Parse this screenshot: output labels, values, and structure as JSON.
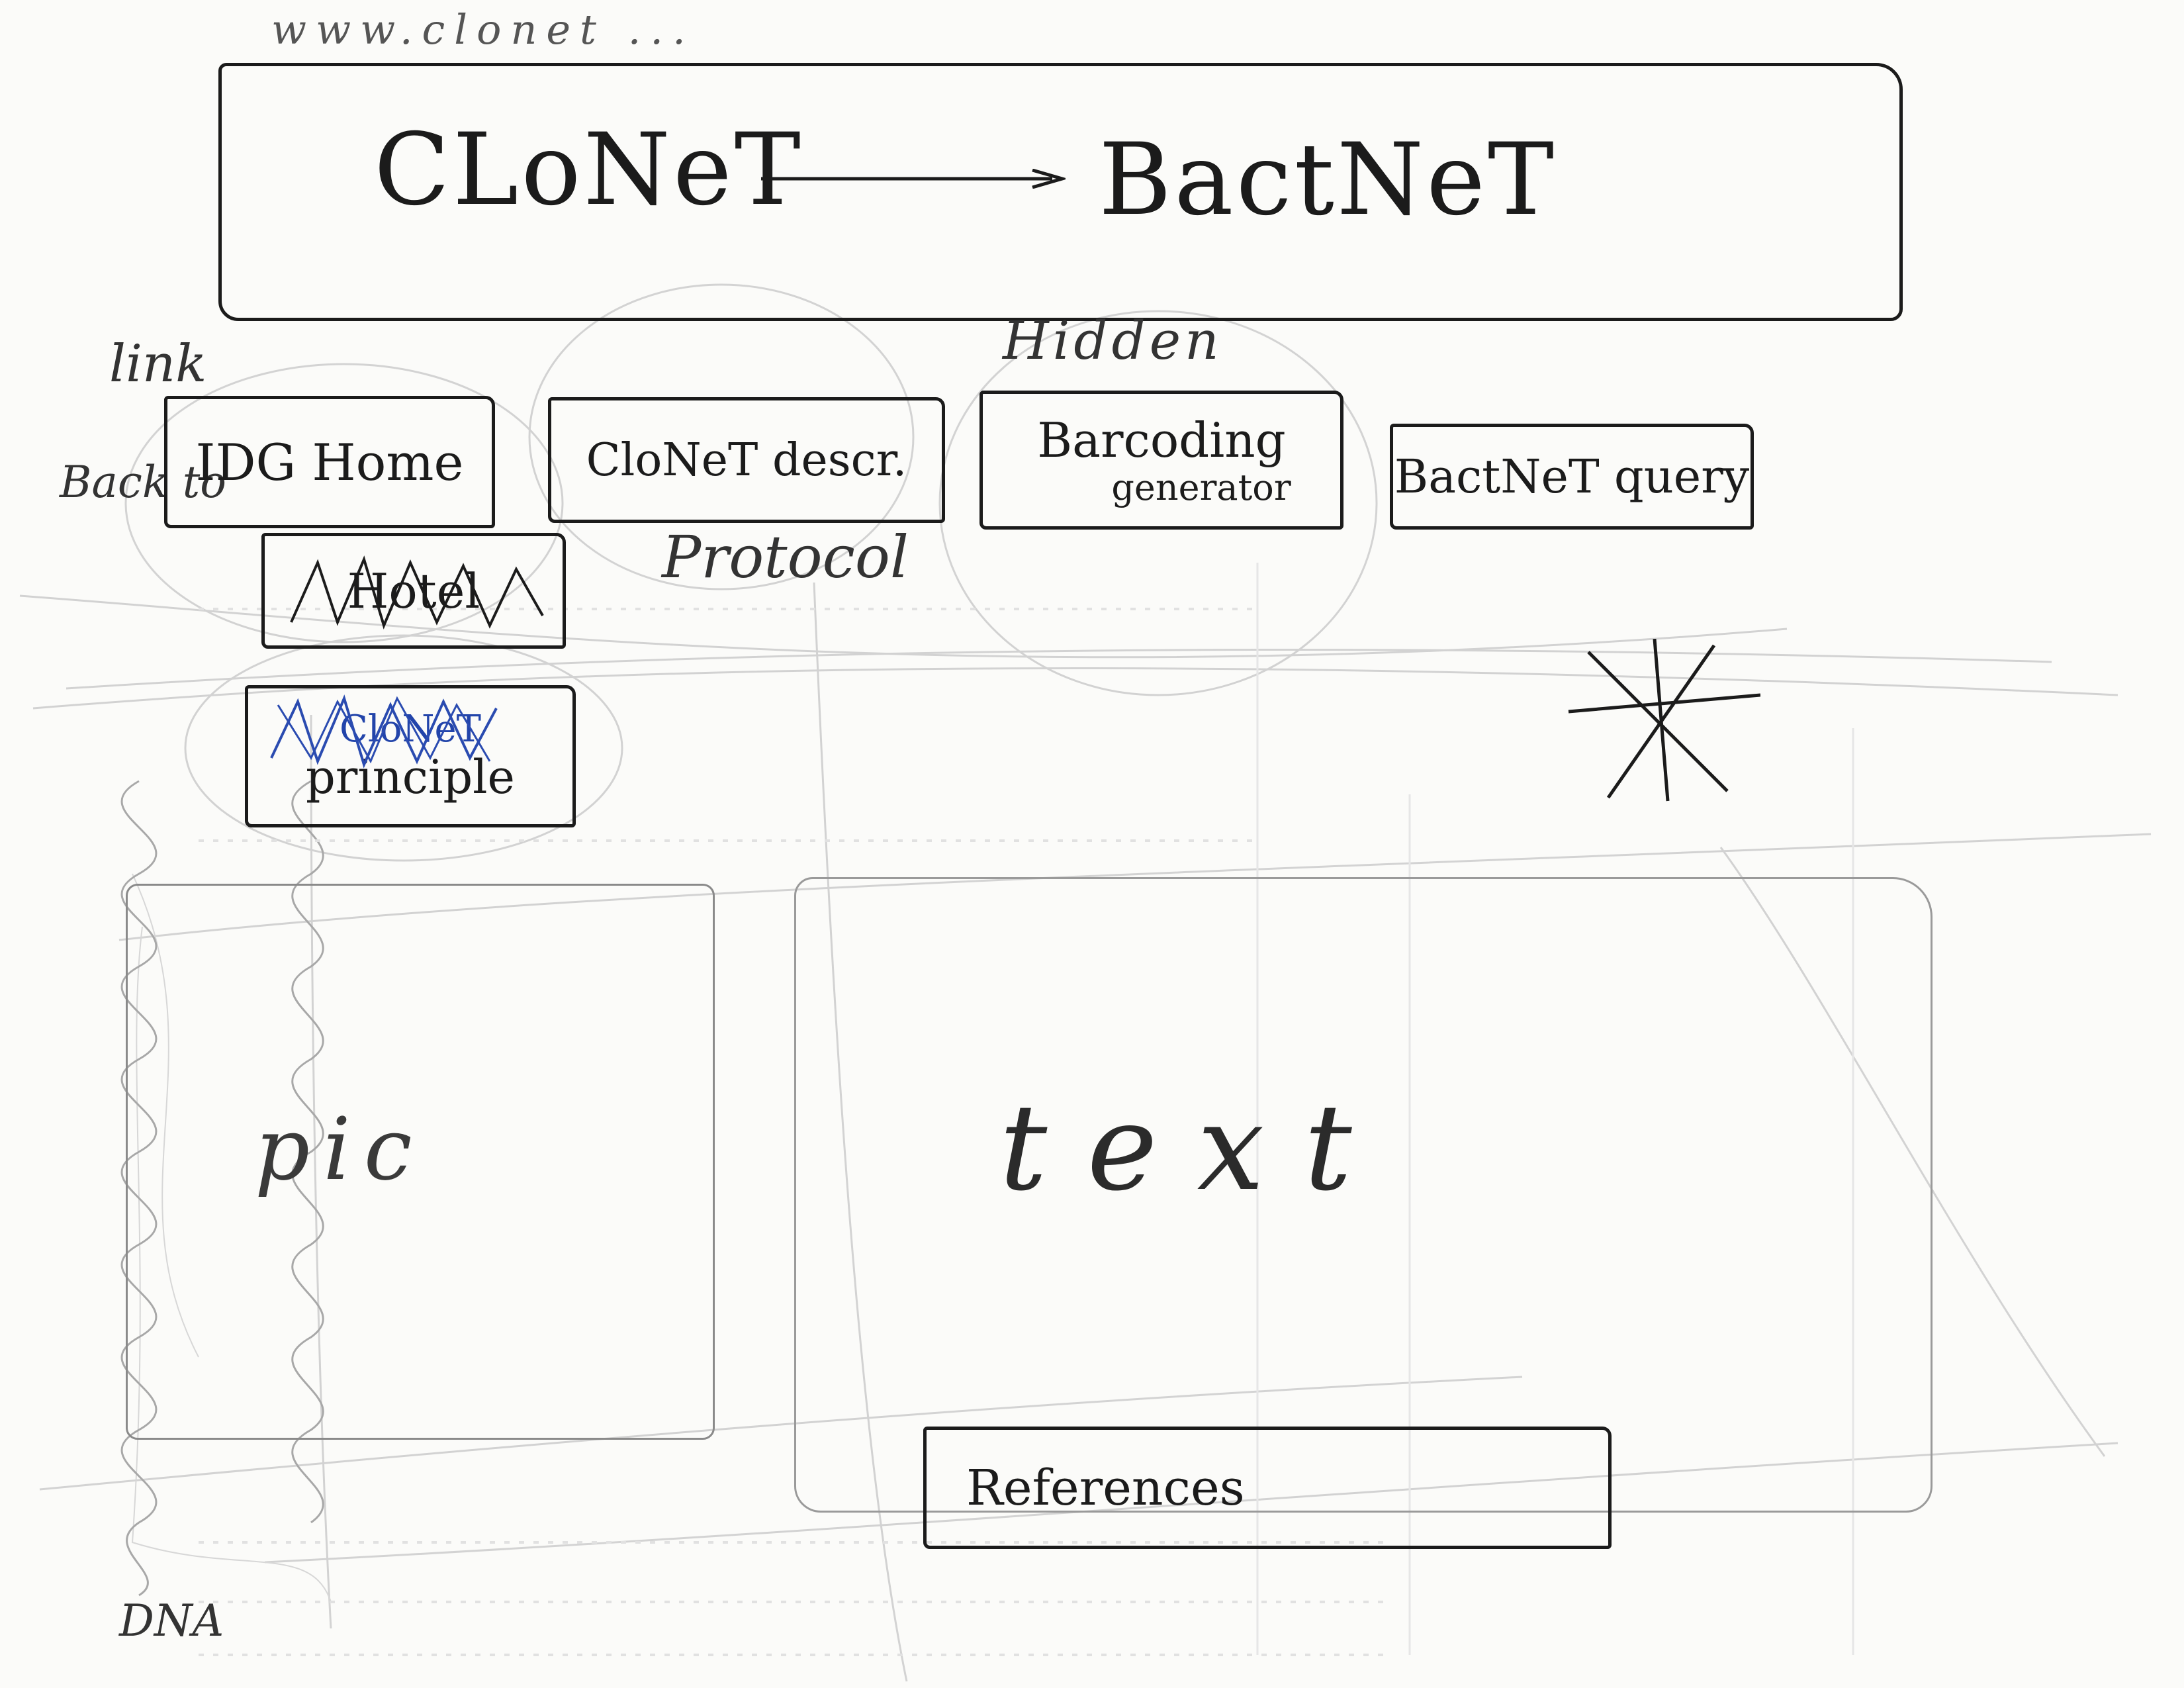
{
  "sketch": {
    "url": "www.clonet ...",
    "banner": {
      "left_title": "CLoNeT",
      "right_title": "BactNeT"
    },
    "annotations": {
      "link": "link",
      "back_to": "Back to",
      "hidden": "Hidden",
      "protocol": "Protocol",
      "pic": "pic",
      "text": "text",
      "dna": "DNA"
    },
    "nav": [
      {
        "label": "IDG Home"
      },
      {
        "label": "CloNeT descr."
      },
      {
        "label_line1": "Barcoding",
        "label_line2": "generator"
      },
      {
        "label": "BactNeT query"
      }
    ],
    "subnav": [
      {
        "label": "Hotel"
      },
      {
        "label_line1": "CloNeT",
        "label_line2": "principle"
      }
    ],
    "references_label": "References"
  }
}
